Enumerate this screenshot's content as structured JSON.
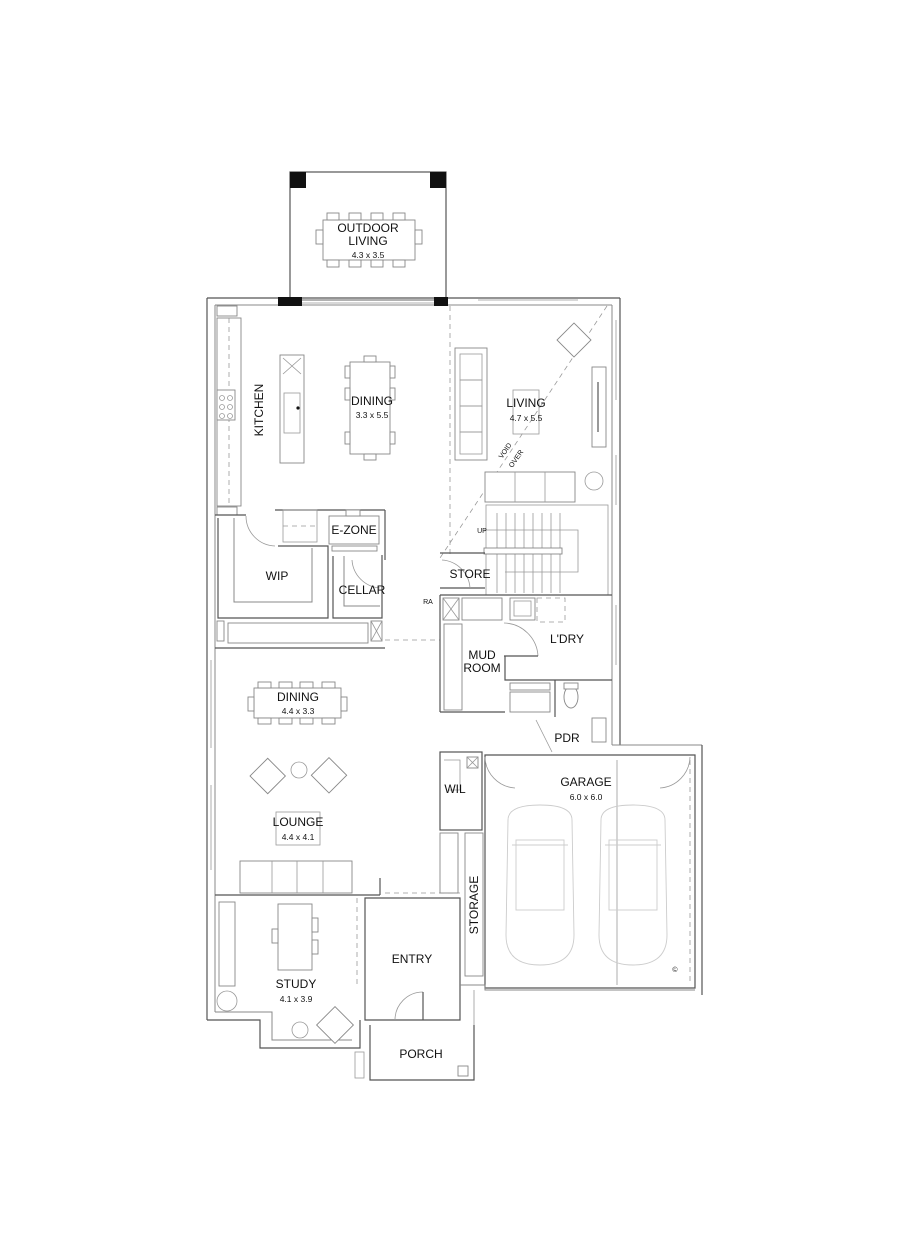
{
  "plan": {
    "rooms": [
      {
        "id": "outdoor-living",
        "name": "OUTDOOR",
        "name2": "LIVING",
        "dims": "4.3 x 3.5"
      },
      {
        "id": "kitchen",
        "name": "KITCHEN"
      },
      {
        "id": "dining-upper",
        "name": "DINING",
        "dims": "3.3 x 5.5"
      },
      {
        "id": "living",
        "name": "LIVING",
        "dims": "4.7 x 5.5"
      },
      {
        "id": "void-over",
        "name": "VOID",
        "name2": "OVER"
      },
      {
        "id": "e-zone",
        "name": "E-ZONE"
      },
      {
        "id": "wip",
        "name": "WIP"
      },
      {
        "id": "cellar",
        "name": "CELLAR"
      },
      {
        "id": "store",
        "name": "STORE"
      },
      {
        "id": "laundry",
        "name": "L'DRY"
      },
      {
        "id": "mud-room",
        "name": "MUD",
        "name2": "ROOM"
      },
      {
        "id": "pdr",
        "name": "PDR"
      },
      {
        "id": "dining-lower",
        "name": "DINING",
        "dims": "4.4 x 3.3"
      },
      {
        "id": "lounge",
        "name": "LOUNGE",
        "dims": "4.4 x 4.1"
      },
      {
        "id": "wil",
        "name": "WIL"
      },
      {
        "id": "garage",
        "name": "GARAGE",
        "dims": "6.0 x 6.0"
      },
      {
        "id": "storage",
        "name": "STORAGE"
      },
      {
        "id": "study",
        "name": "STUDY",
        "dims": "4.1 x 3.9"
      },
      {
        "id": "entry",
        "name": "ENTRY"
      },
      {
        "id": "porch",
        "name": "PORCH"
      }
    ],
    "annotations": {
      "stair_up": "UP",
      "return_air": "RA",
      "copyright": "©"
    }
  }
}
